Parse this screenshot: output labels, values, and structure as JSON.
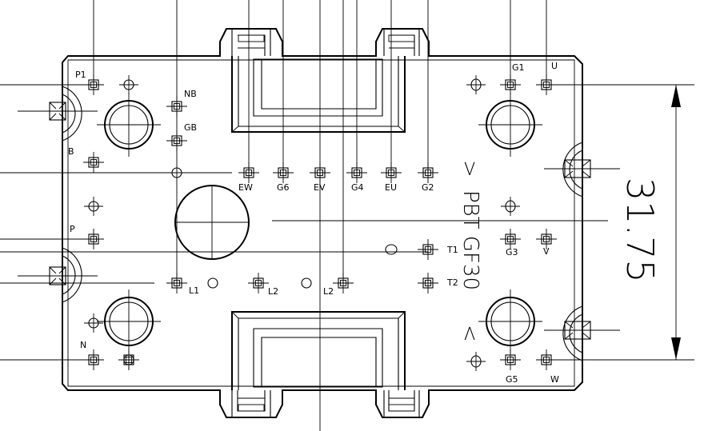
{
  "labels": {
    "p1": "P1",
    "nb": "NB",
    "gb": "GB",
    "b": "B",
    "p": "P",
    "n": "N",
    "l1": "L1",
    "l2a": "L2",
    "l2b": "L2",
    "ew": "EW",
    "g6": "G6",
    "ev": "EV",
    "g4": "G4",
    "eu": "EU",
    "g2": "G2",
    "t1": "T1",
    "t2": "T2",
    "g1": "G1",
    "u": "U",
    "g3": "G3",
    "v": "V",
    "g5": "G5",
    "w": "W"
  },
  "material_text": "PBT  GF30",
  "arrow_top": ">",
  "arrow_bottom": "<",
  "dimension": "31.75"
}
